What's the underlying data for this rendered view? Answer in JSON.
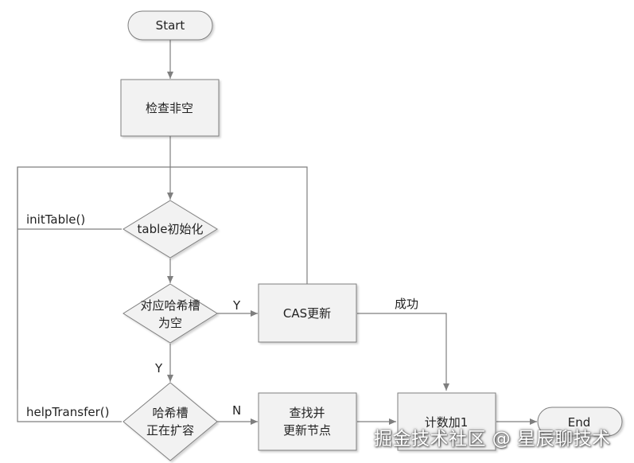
{
  "nodes": {
    "start": "Start",
    "check_non_null": "检查非空",
    "table_init": "table初始化",
    "slot_empty_line1": "对应哈希槽",
    "slot_empty_line2": "为空",
    "cas_update": "CAS更新",
    "resizing_line1": "哈希槽",
    "resizing_line2": "正在扩容",
    "find_update_line1": "查找并",
    "find_update_line2": "更新节点",
    "count_add": "计数加1",
    "end": "End"
  },
  "edge_labels": {
    "init_table": "initTable()",
    "help_transfer": "helpTransfer()",
    "yes_cas": "Y",
    "yes_down": "Y",
    "no_find": "N",
    "success": "成功"
  },
  "watermark": "掘金技术社区 @ 星辰聊技术",
  "colors": {
    "box_fill": "#f2f2f2",
    "stroke": "#7f7f7f",
    "line": "#7f7f7f",
    "text": "#222222"
  }
}
